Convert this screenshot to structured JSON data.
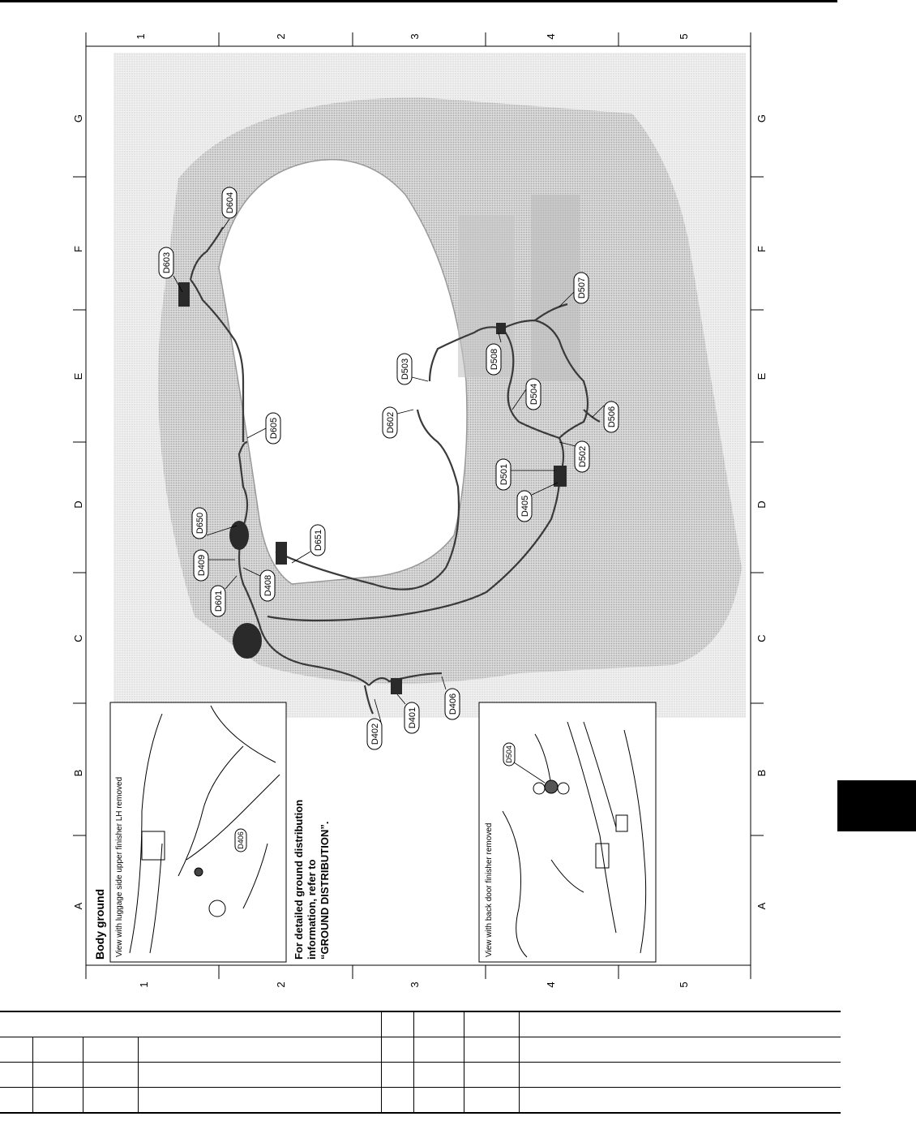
{
  "grid": {
    "columns": [
      "1",
      "2",
      "3",
      "4",
      "5"
    ],
    "rows": [
      "A",
      "B",
      "C",
      "D",
      "E",
      "F",
      "G"
    ]
  },
  "connectors": [
    "D603",
    "D604",
    "D605",
    "D650",
    "D409",
    "D601",
    "D408",
    "D651",
    "D602",
    "D503",
    "D508",
    "D507",
    "D504",
    "D506",
    "D501",
    "D405",
    "D502",
    "D402",
    "D401",
    "D406"
  ],
  "body_ground": {
    "title": "Body ground",
    "view_caption": "View with luggage side upper finisher LH removed",
    "callout": "D406",
    "note_line1": "For detailed ground distribution",
    "note_line2": "information, refer to",
    "note_line3": "“GROUND DISTRIBUTION”."
  },
  "back_door_inset": {
    "view_caption": "View with back door finisher removed",
    "callout": "D504"
  },
  "colors": {
    "panel_fill": "#cfcfcf",
    "line": "#000000",
    "harness": "#3a3a3a"
  },
  "table": {
    "rows": [
      [
        "",
        "",
        "",
        "",
        "",
        "",
        "",
        ""
      ],
      [
        "",
        "",
        "",
        "",
        "",
        "",
        "",
        ""
      ],
      [
        "",
        "",
        "",
        "",
        "",
        "",
        "",
        ""
      ],
      [
        "",
        "",
        "",
        "",
        "",
        "",
        "",
        ""
      ]
    ]
  }
}
